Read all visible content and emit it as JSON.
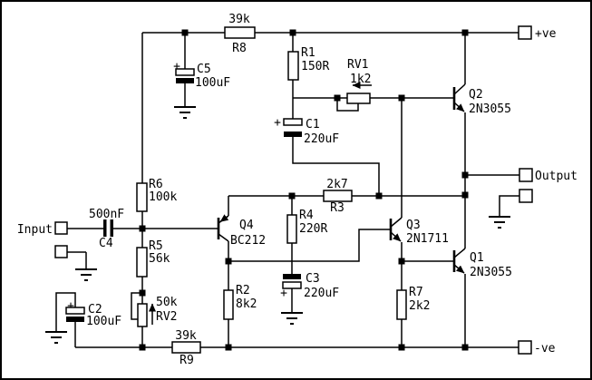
{
  "schematic": {
    "terminals": {
      "input": "Input",
      "positive": "+ve",
      "negative": "-ve",
      "output": "Output"
    },
    "components": {
      "r1": {
        "ref": "R1",
        "value": "150R"
      },
      "r2": {
        "ref": "R2",
        "value": "8k2"
      },
      "r3": {
        "ref": "R3",
        "value": "2k7"
      },
      "r4": {
        "ref": "R4",
        "value": "220R"
      },
      "r5": {
        "ref": "R5",
        "value": "56k"
      },
      "r6": {
        "ref": "R6",
        "value": "100k"
      },
      "r7": {
        "ref": "R7",
        "value": "2k2"
      },
      "r8": {
        "ref": "R8",
        "value": "39k"
      },
      "r9": {
        "ref": "R9",
        "value": "39k"
      },
      "rv1": {
        "ref": "RV1",
        "value": "1k2"
      },
      "rv2": {
        "ref": "RV2",
        "value": "50k"
      },
      "c1": {
        "ref": "C1",
        "value": "220uF",
        "plus": "+"
      },
      "c2": {
        "ref": "C2",
        "value": "100uF",
        "plus": "+"
      },
      "c3": {
        "ref": "C3",
        "value": "220uF",
        "plus": "+"
      },
      "c4": {
        "ref": "C4",
        "value": "500nF"
      },
      "c5": {
        "ref": "C5",
        "value": "100uF",
        "plus": "+"
      },
      "q1": {
        "ref": "Q1",
        "value": "2N3055"
      },
      "q2": {
        "ref": "Q2",
        "value": "2N3055"
      },
      "q3": {
        "ref": "Q3",
        "value": "2N1711"
      },
      "q4": {
        "ref": "Q4",
        "value": "BC212"
      }
    }
  }
}
